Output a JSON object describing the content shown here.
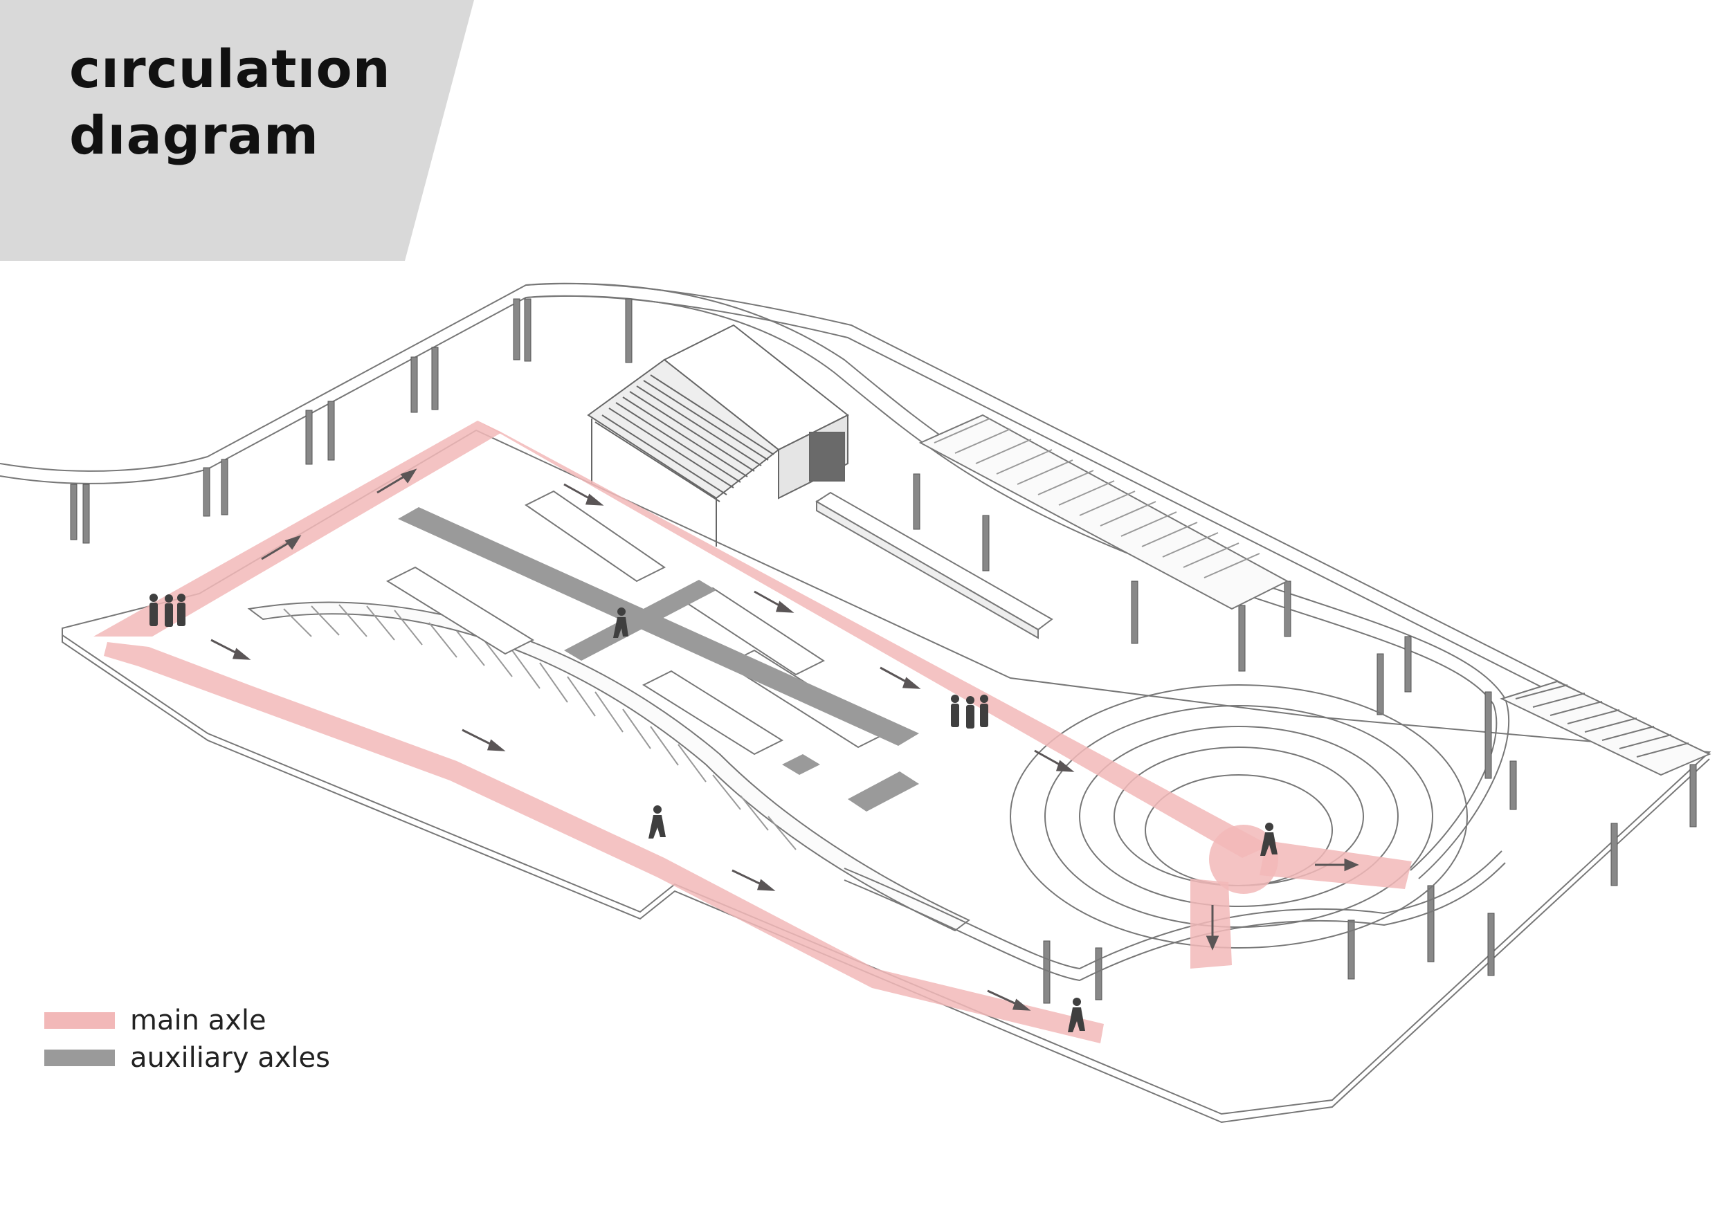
{
  "title": {
    "line1": "cırculatıon",
    "line2": "dıagram"
  },
  "legend": {
    "main": {
      "label": "main axle",
      "color": "#f2b8b8"
    },
    "auxiliary": {
      "label": "auxiliary axles",
      "color": "#9a9a9a"
    }
  },
  "colors": {
    "title_panel": "#d9d9d9",
    "line": "#777777",
    "arrow": "#5a5556",
    "figure": "#3f3f3f"
  }
}
